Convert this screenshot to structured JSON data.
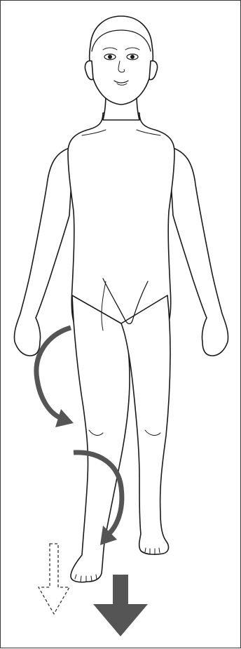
{
  "figure": {
    "background": "#ffffff",
    "border_color": "#3a3a3a",
    "line_color": "#1a1a1a",
    "arrow_color": "#555555",
    "icons": [
      "curved-rotation-arrow",
      "dashed-down-arrow",
      "solid-down-arrow"
    ]
  }
}
